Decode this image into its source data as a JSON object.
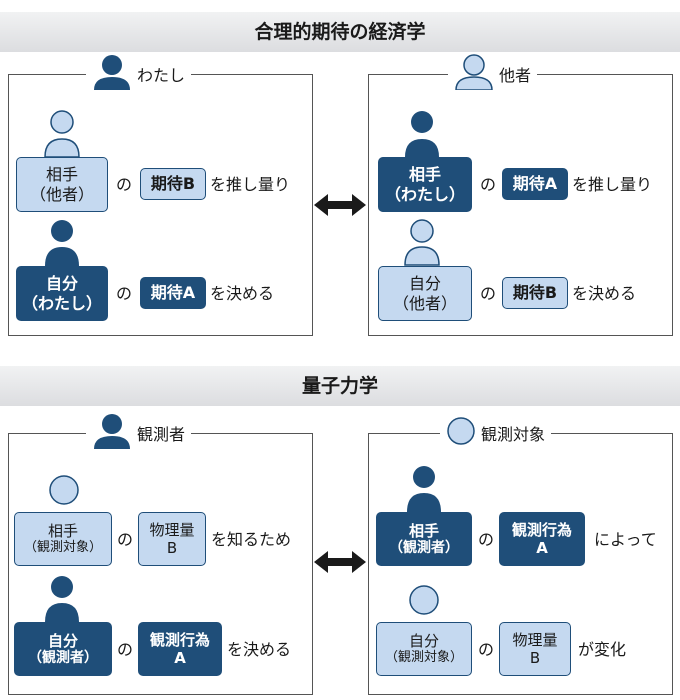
{
  "sections": [
    {
      "title": "合理的期待の経済学",
      "left": {
        "header": "わたし",
        "row1": {
          "box_l1": "相手",
          "box_l2": "（他者）",
          "particle": "の",
          "concept": "期待B",
          "verb": "を推し量り"
        },
        "row2": {
          "box_l1": "自分",
          "box_l2": "（わたし）",
          "particle": "の",
          "concept": "期待A",
          "verb": "を決める"
        }
      },
      "right": {
        "header": "他者",
        "row1": {
          "box_l1": "相手",
          "box_l2": "（わたし）",
          "particle": "の",
          "concept": "期待A",
          "verb": "を推し量り"
        },
        "row2": {
          "box_l1": "自分",
          "box_l2": "（他者）",
          "particle": "の",
          "concept": "期待B",
          "verb": "を決める"
        }
      }
    },
    {
      "title": "量子力学",
      "left": {
        "header": "観測者",
        "row1": {
          "box_l1": "相手",
          "box_l2": "（観測対象）",
          "particle": "の",
          "concept_l1": "物理量",
          "concept_l2": "B",
          "verb": "を知るため"
        },
        "row2": {
          "box_l1": "自分",
          "box_l2": "（観測者）",
          "particle": "の",
          "concept_l1": "観測行為",
          "concept_l2": "A",
          "verb": "を決める"
        }
      },
      "right": {
        "header": "観測対象",
        "row1": {
          "box_l1": "相手",
          "box_l2": "（観測者）",
          "particle": "の",
          "concept_l1": "観測行為",
          "concept_l2": "A",
          "verb": "によって"
        },
        "row2": {
          "box_l1": "自分",
          "box_l2": "（観測対象）",
          "particle": "の",
          "concept_l1": "物理量",
          "concept_l2": "B",
          "verb": "が変化"
        }
      }
    }
  ],
  "colors": {
    "dark": "#1f4e79",
    "light": "#c5d9f0"
  },
  "icons": {
    "person": "person-icon",
    "circle": "circle-icon",
    "arrow": "double-arrow-icon"
  }
}
